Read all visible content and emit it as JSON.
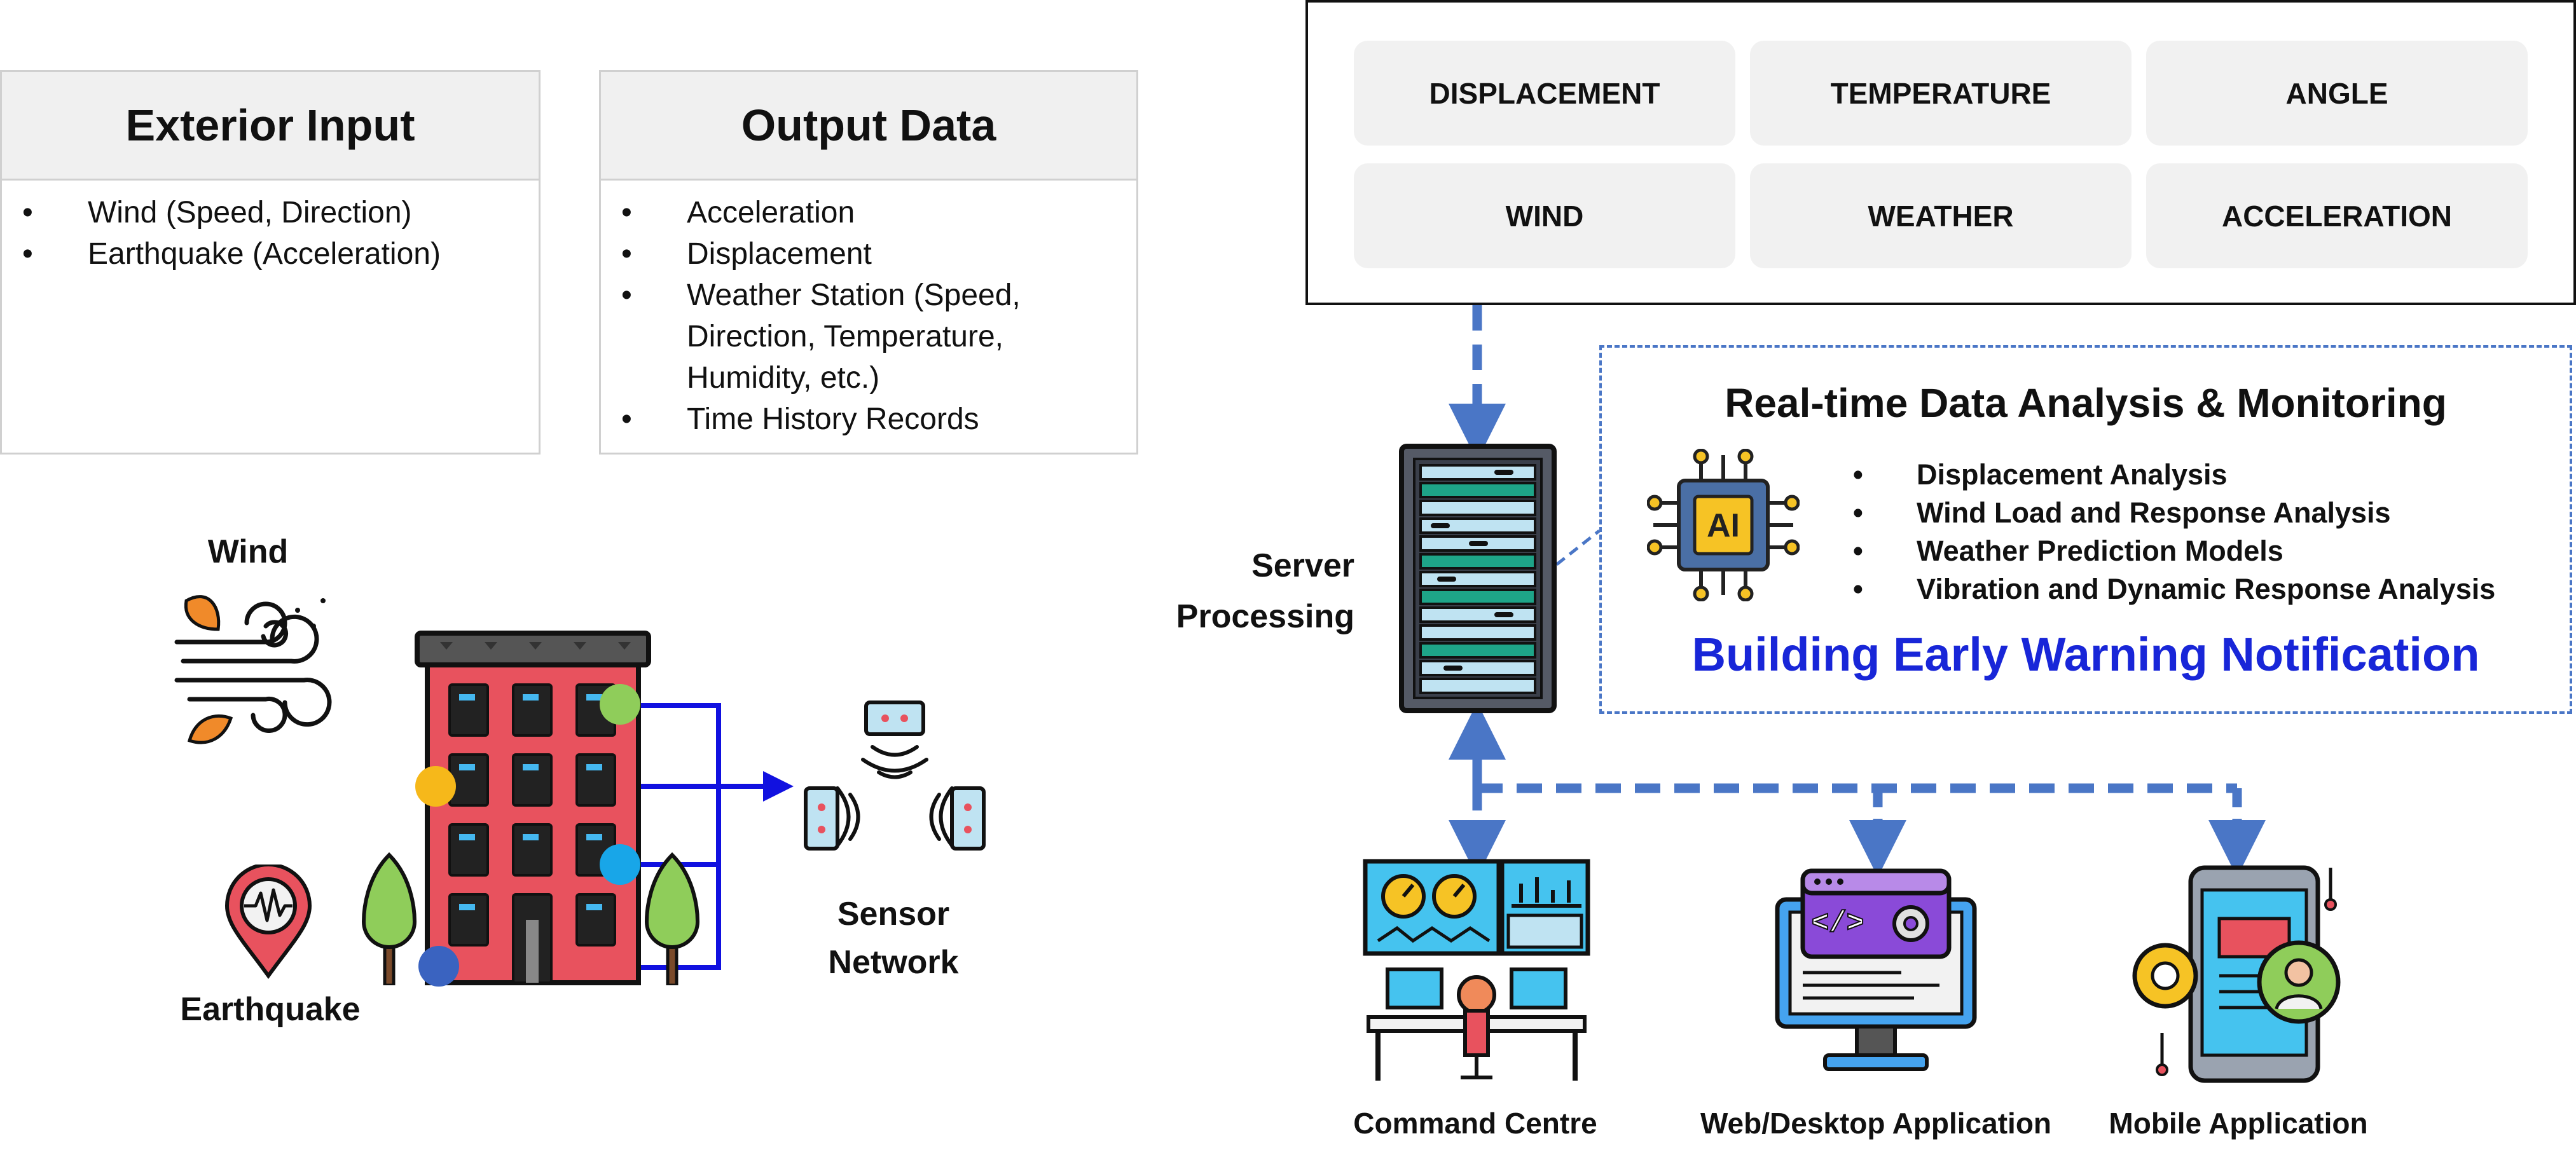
{
  "exterior_input": {
    "title": "Exterior Input",
    "items": [
      "Wind (Speed, Direction)",
      "Earthquake (Acceleration)"
    ]
  },
  "output_data": {
    "title": "Output Data",
    "items": [
      "Acceleration",
      "Displacement",
      "Weather Station (Speed,",
      "Direction, Temperature,",
      "Humidity, etc.)",
      "Time History Records"
    ]
  },
  "data_types": [
    "DISPLACEMENT",
    "TEMPERATURE",
    "ANGLE",
    "WIND",
    "WEATHER",
    "ACCELERATION"
  ],
  "analysis": {
    "title": "Real-time Data Analysis & Monitoring",
    "items": [
      "Displacement Analysis",
      "Wind Load and Response Analysis",
      "Weather Prediction Models",
      "Vibration and Dynamic Response Analysis"
    ],
    "chip_label": "AI",
    "warning": "Building Early Warning Notification"
  },
  "labels": {
    "server_line1": "Server",
    "server_line2": "Processing",
    "wind": "Wind",
    "earthquake": "Earthquake",
    "sensor_line1": "Sensor",
    "sensor_line2": "Network",
    "command_centre": "Command Centre",
    "web_desktop": "Web/Desktop Application",
    "mobile": "Mobile Application"
  },
  "colors": {
    "arrow_blue": "#4a76c6",
    "line_blue": "#1111e0",
    "warning_blue": "#1826d8",
    "building_red": "#e8525e",
    "tree_green": "#8fcd5a"
  }
}
